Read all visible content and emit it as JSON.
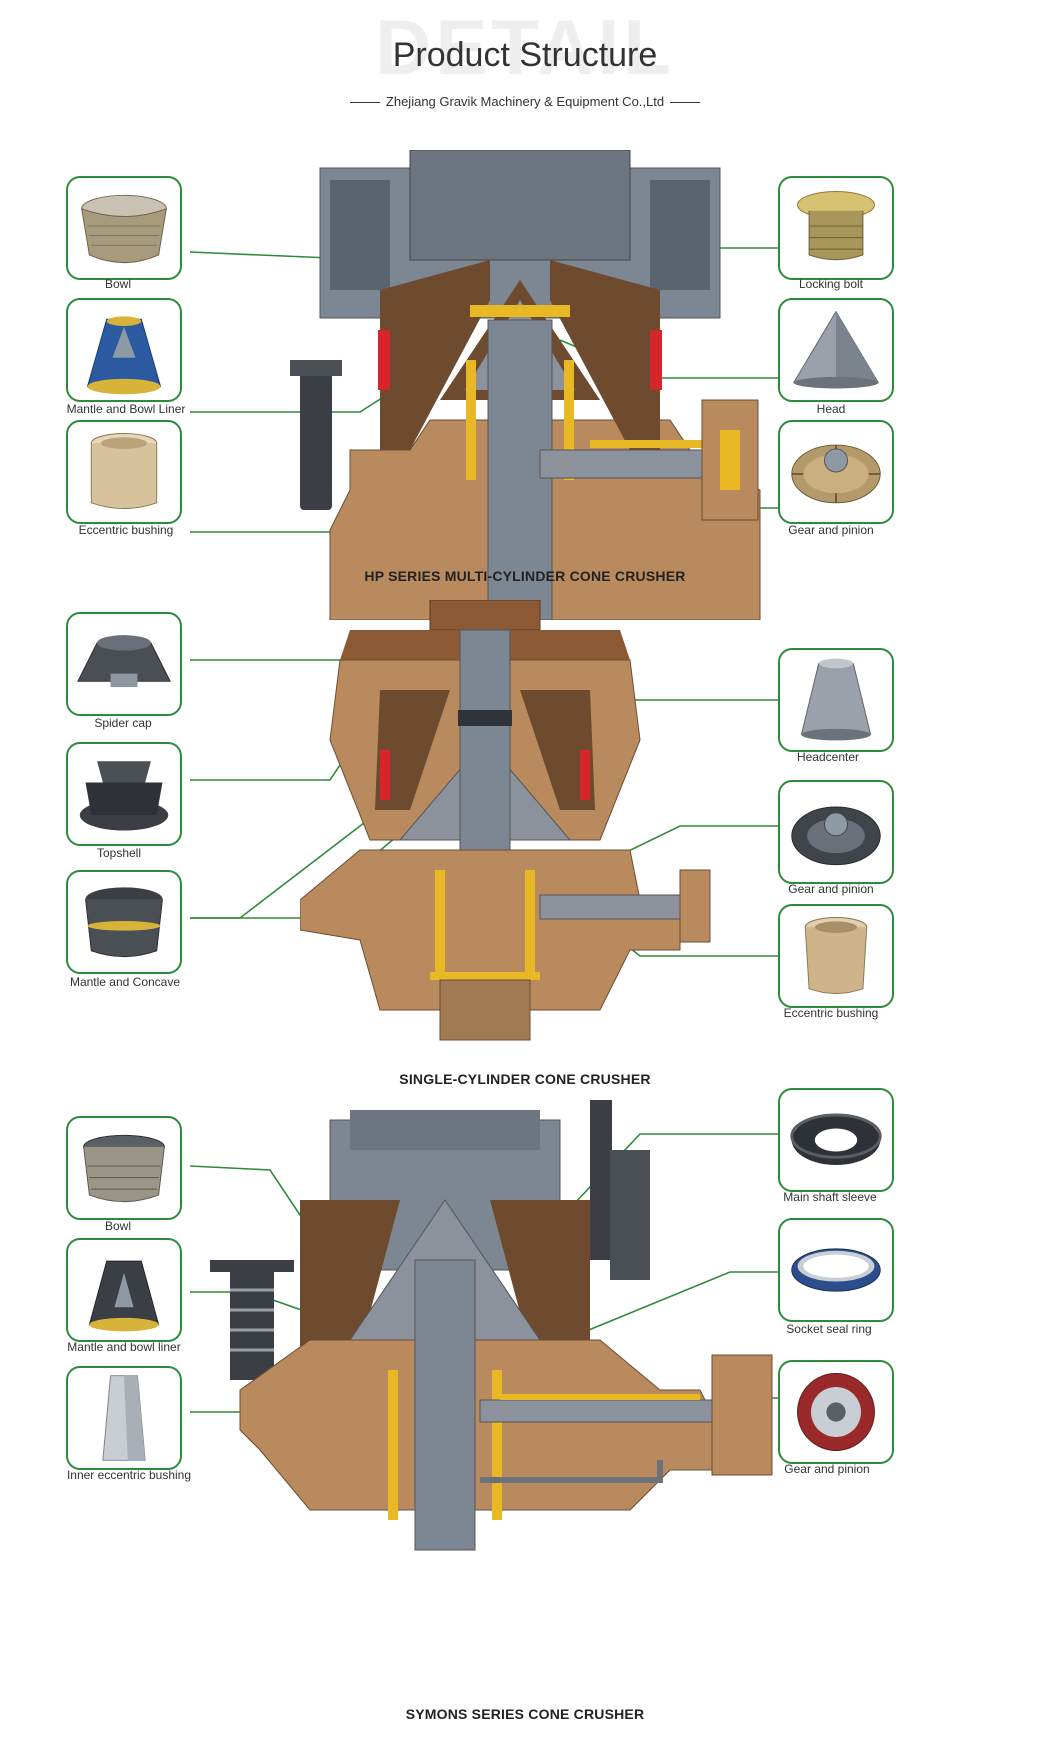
{
  "header": {
    "watermark": "DETAIL",
    "title": "Product Structure",
    "company": "Zhejiang Gravik Machinery & Equipment Co.,Ltd"
  },
  "sections": [
    {
      "caption": "HP SERIES MULTI-CYLINDER CONE CRUSHER",
      "left_parts": [
        {
          "label": "Bowl",
          "icon": "bowl-icon"
        },
        {
          "label": "Mantle and Bowl Liner",
          "icon": "mantle-liner-icon"
        },
        {
          "label": "Eccentric bushing",
          "icon": "bushing-icon"
        }
      ],
      "right_parts": [
        {
          "label": "Locking bolt",
          "icon": "locking-bolt-icon"
        },
        {
          "label": "Head",
          "icon": "head-icon"
        },
        {
          "label": "Gear and pinion",
          "icon": "gear-icon"
        }
      ]
    },
    {
      "caption": "SINGLE-CYLINDER CONE CRUSHER",
      "left_parts": [
        {
          "label": "Spider cap",
          "icon": "spider-cap-icon"
        },
        {
          "label": "Topshell",
          "icon": "topshell-icon"
        },
        {
          "label": "Mantle and Concave",
          "icon": "mantle-concave-icon"
        }
      ],
      "right_parts": [
        {
          "label": "Headcenter",
          "icon": "headcenter-icon"
        },
        {
          "label": "Gear and pinion",
          "icon": "gear-icon"
        },
        {
          "label": "Eccentric bushing",
          "icon": "bushing-icon"
        }
      ]
    },
    {
      "caption": "SYMONS SERIES CONE CRUSHER",
      "left_parts": [
        {
          "label": "Bowl",
          "icon": "bowl-icon"
        },
        {
          "label": "Mantle and bowl liner",
          "icon": "mantle-liner-icon"
        },
        {
          "label": "Inner eccentric bushing",
          "icon": "inner-bushing-icon"
        }
      ],
      "right_parts": [
        {
          "label": "Main shaft sleeve",
          "icon": "shaft-sleeve-icon"
        },
        {
          "label": "Socket seal ring",
          "icon": "seal-ring-icon"
        },
        {
          "label": "Gear and pinion",
          "icon": "gear-icon"
        }
      ]
    }
  ],
  "colors": {
    "frame": "#2e8b3a",
    "casting": "#b88a5e",
    "steel": "#7d8793",
    "liner": "#6e4a2e",
    "bushing": "#e8b925",
    "accent": "#d6262b"
  }
}
